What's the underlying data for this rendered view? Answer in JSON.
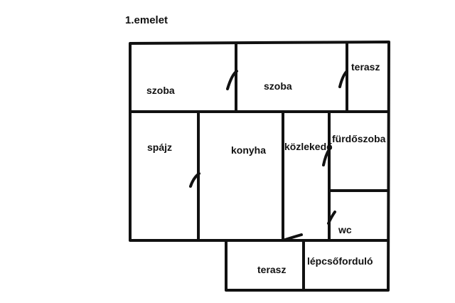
{
  "title": "1.emelet",
  "rooms": {
    "szoba_left": "szoba",
    "szoba_right": "szoba",
    "terasz_top": "terasz",
    "spajz": "spájz",
    "konyha": "konyha",
    "kozlekedo": "közlekedő",
    "furdoszoba": "fürdőszoba",
    "wc": "wc",
    "terasz_bottom": "terasz",
    "lepcsoforduló": "lépcsőforduló"
  },
  "colors": {
    "line": "#111111",
    "background": "#ffffff"
  }
}
